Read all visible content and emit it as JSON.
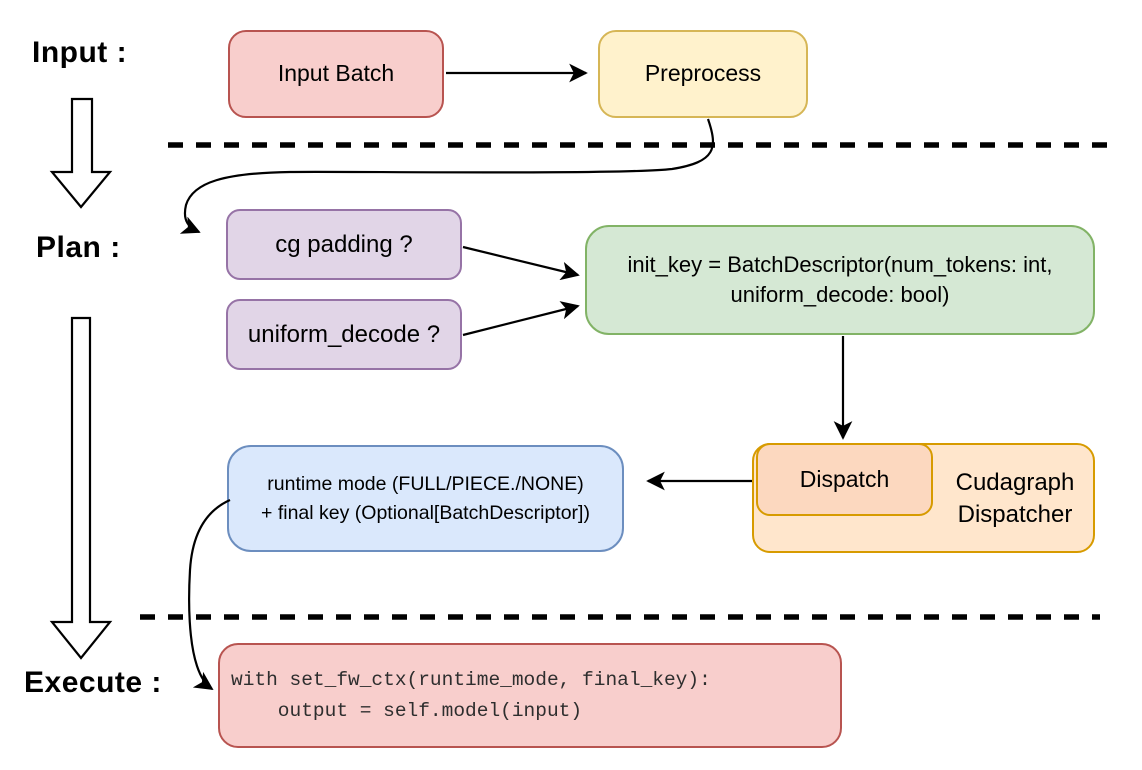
{
  "sections": {
    "input_label": "Input :",
    "plan_label": "Plan :",
    "execute_label": "Execute :"
  },
  "nodes": {
    "input_batch": {
      "label": "Input Batch",
      "fill": "#f8cecc",
      "stroke": "#b85450"
    },
    "preprocess": {
      "label": "Preprocess",
      "fill": "#fff2cc",
      "stroke": "#d6b656"
    },
    "cg_padding": {
      "label": "cg padding ?",
      "fill": "#e1d5e7",
      "stroke": "#9673a6"
    },
    "uniform_decode": {
      "label": "uniform_decode ?",
      "fill": "#e1d5e7",
      "stroke": "#9673a6"
    },
    "init_key": {
      "line1": "init_key = BatchDescriptor(num_tokens: int,",
      "line2": "uniform_decode: bool)",
      "fill": "#d5e8d4",
      "stroke": "#82b366"
    },
    "runtime_mode": {
      "line1": "runtime mode (FULL/PIECE./NONE)",
      "line2": "+ final key (Optional[BatchDescriptor])",
      "fill": "#dae8fc",
      "stroke": "#6c8ebf"
    },
    "dispatch": {
      "label": "Dispatch",
      "fill": "#fcd8bf",
      "stroke": "#d79b00"
    },
    "cudagraph_dispatcher": {
      "line1": "Cudagraph",
      "line2": "Dispatcher",
      "fill": "#ffe6cc",
      "stroke": "#d79b00"
    },
    "execute_code": {
      "line1": "with set_fw_ctx(runtime_mode, final_key):",
      "line2": "    output = self.model(input)",
      "fill": "#f8cecc",
      "stroke": "#b85450"
    }
  },
  "edges": [
    {
      "from": "input-batch",
      "to": "preprocess"
    },
    {
      "from": "preprocess",
      "to": "cg-padding"
    },
    {
      "from": "cg-padding",
      "to": "init-key"
    },
    {
      "from": "uniform-decode",
      "to": "init-key"
    },
    {
      "from": "init-key",
      "to": "dispatch"
    },
    {
      "from": "dispatch",
      "to": "runtime-mode"
    },
    {
      "from": "runtime-mode",
      "to": "execute-code"
    },
    {
      "from": "input-section",
      "to": "plan-section"
    },
    {
      "from": "plan-section",
      "to": "execute-section"
    }
  ]
}
